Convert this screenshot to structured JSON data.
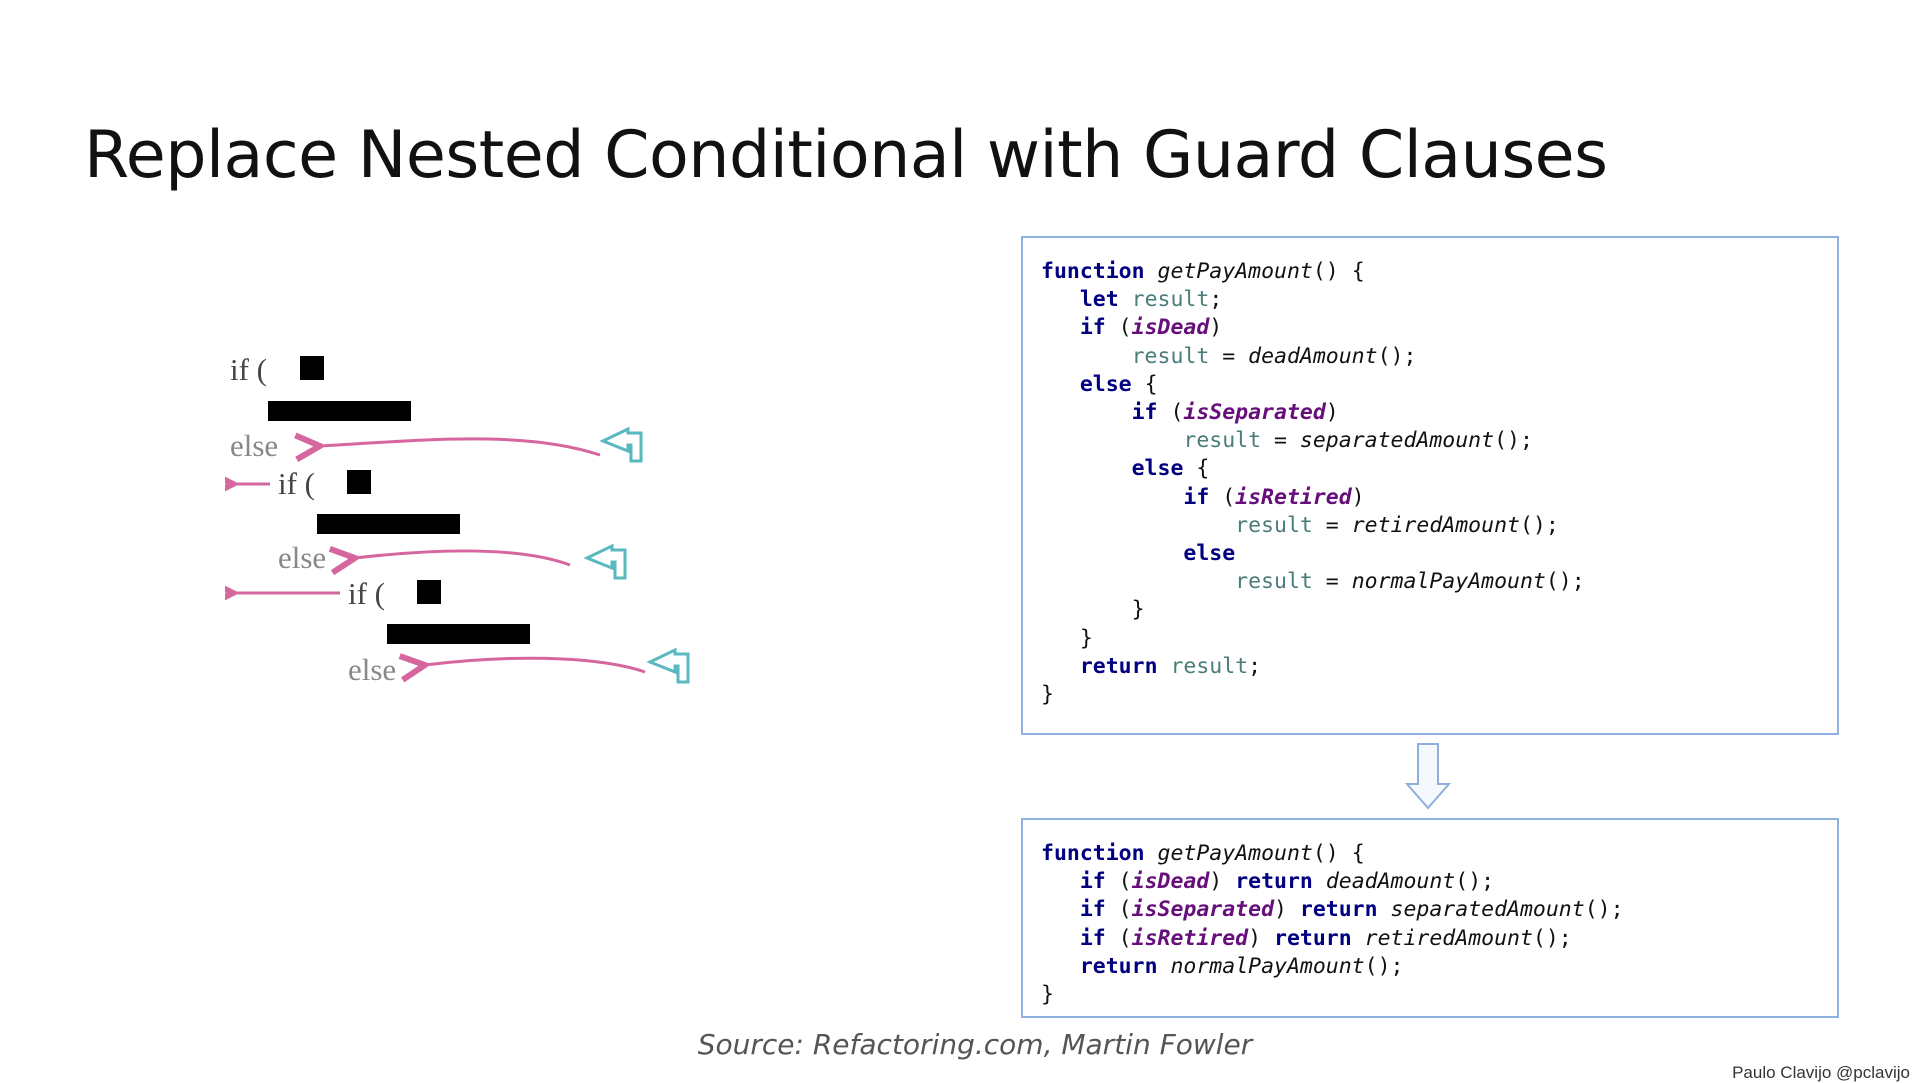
{
  "slide": {
    "title": "Replace Nested Conditional with Guard Clauses",
    "source": "Source: Refactoring.com, Martin Fowler",
    "author": "Paulo Clavijo @pclavijo"
  },
  "diagram": {
    "if_label": "if (",
    "else_label": "else",
    "arrow_color": "#d6669e",
    "turn_arrow_color": "#5ab9c0"
  },
  "code_before": {
    "lines": [
      [
        {
          "t": "function",
          "c": "k"
        },
        {
          "t": " "
        },
        {
          "t": "getPayAmount",
          "c": "f"
        },
        {
          "t": "() {"
        }
      ],
      [
        {
          "t": "   "
        },
        {
          "t": "let",
          "c": "k"
        },
        {
          "t": " "
        },
        {
          "t": "result",
          "c": "v"
        },
        {
          "t": ";"
        }
      ],
      [
        {
          "t": "   "
        },
        {
          "t": "if",
          "c": "k"
        },
        {
          "t": " ("
        },
        {
          "t": "isDead",
          "c": "p"
        },
        {
          "t": ")"
        }
      ],
      [
        {
          "t": "       "
        },
        {
          "t": "result",
          "c": "v"
        },
        {
          "t": " = "
        },
        {
          "t": "deadAmount",
          "c": "f"
        },
        {
          "t": "();"
        }
      ],
      [
        {
          "t": "   "
        },
        {
          "t": "else",
          "c": "k"
        },
        {
          "t": " {"
        }
      ],
      [
        {
          "t": "       "
        },
        {
          "t": "if",
          "c": "k"
        },
        {
          "t": " ("
        },
        {
          "t": "isSeparated",
          "c": "p"
        },
        {
          "t": ")"
        }
      ],
      [
        {
          "t": "           "
        },
        {
          "t": "result",
          "c": "v"
        },
        {
          "t": " = "
        },
        {
          "t": "separatedAmount",
          "c": "f"
        },
        {
          "t": "();"
        }
      ],
      [
        {
          "t": "       "
        },
        {
          "t": "else",
          "c": "k"
        },
        {
          "t": " {"
        }
      ],
      [
        {
          "t": "           "
        },
        {
          "t": "if",
          "c": "k"
        },
        {
          "t": " ("
        },
        {
          "t": "isRetired",
          "c": "p"
        },
        {
          "t": ")"
        }
      ],
      [
        {
          "t": "               "
        },
        {
          "t": "result",
          "c": "v"
        },
        {
          "t": " = "
        },
        {
          "t": "retiredAmount",
          "c": "f"
        },
        {
          "t": "();"
        }
      ],
      [
        {
          "t": "           "
        },
        {
          "t": "else",
          "c": "k"
        }
      ],
      [
        {
          "t": "               "
        },
        {
          "t": "result",
          "c": "v"
        },
        {
          "t": " = "
        },
        {
          "t": "normalPayAmount",
          "c": "f"
        },
        {
          "t": "();"
        }
      ],
      [
        {
          "t": "       }"
        }
      ],
      [
        {
          "t": "   }"
        }
      ],
      [
        {
          "t": "   "
        },
        {
          "t": "return",
          "c": "k"
        },
        {
          "t": " "
        },
        {
          "t": "result",
          "c": "v"
        },
        {
          "t": ";"
        }
      ],
      [
        {
          "t": "}"
        }
      ]
    ]
  },
  "code_after": {
    "lines": [
      [
        {
          "t": "function",
          "c": "k"
        },
        {
          "t": " "
        },
        {
          "t": "getPayAmount",
          "c": "f"
        },
        {
          "t": "() {"
        }
      ],
      [
        {
          "t": "   "
        },
        {
          "t": "if",
          "c": "k"
        },
        {
          "t": " ("
        },
        {
          "t": "isDead",
          "c": "p"
        },
        {
          "t": ") "
        },
        {
          "t": "return",
          "c": "k"
        },
        {
          "t": " "
        },
        {
          "t": "deadAmount",
          "c": "f"
        },
        {
          "t": "();"
        }
      ],
      [
        {
          "t": "   "
        },
        {
          "t": "if",
          "c": "k"
        },
        {
          "t": " ("
        },
        {
          "t": "isSeparated",
          "c": "p"
        },
        {
          "t": ") "
        },
        {
          "t": "return",
          "c": "k"
        },
        {
          "t": " "
        },
        {
          "t": "separatedAmount",
          "c": "f"
        },
        {
          "t": "();"
        }
      ],
      [
        {
          "t": "   "
        },
        {
          "t": "if",
          "c": "k"
        },
        {
          "t": " ("
        },
        {
          "t": "isRetired",
          "c": "p"
        },
        {
          "t": ") "
        },
        {
          "t": "return",
          "c": "k"
        },
        {
          "t": " "
        },
        {
          "t": "retiredAmount",
          "c": "f"
        },
        {
          "t": "();"
        }
      ],
      [
        {
          "t": "   "
        },
        {
          "t": "return",
          "c": "k"
        },
        {
          "t": " "
        },
        {
          "t": "normalPayAmount",
          "c": "f"
        },
        {
          "t": "();"
        }
      ],
      [
        {
          "t": "}"
        }
      ]
    ]
  }
}
